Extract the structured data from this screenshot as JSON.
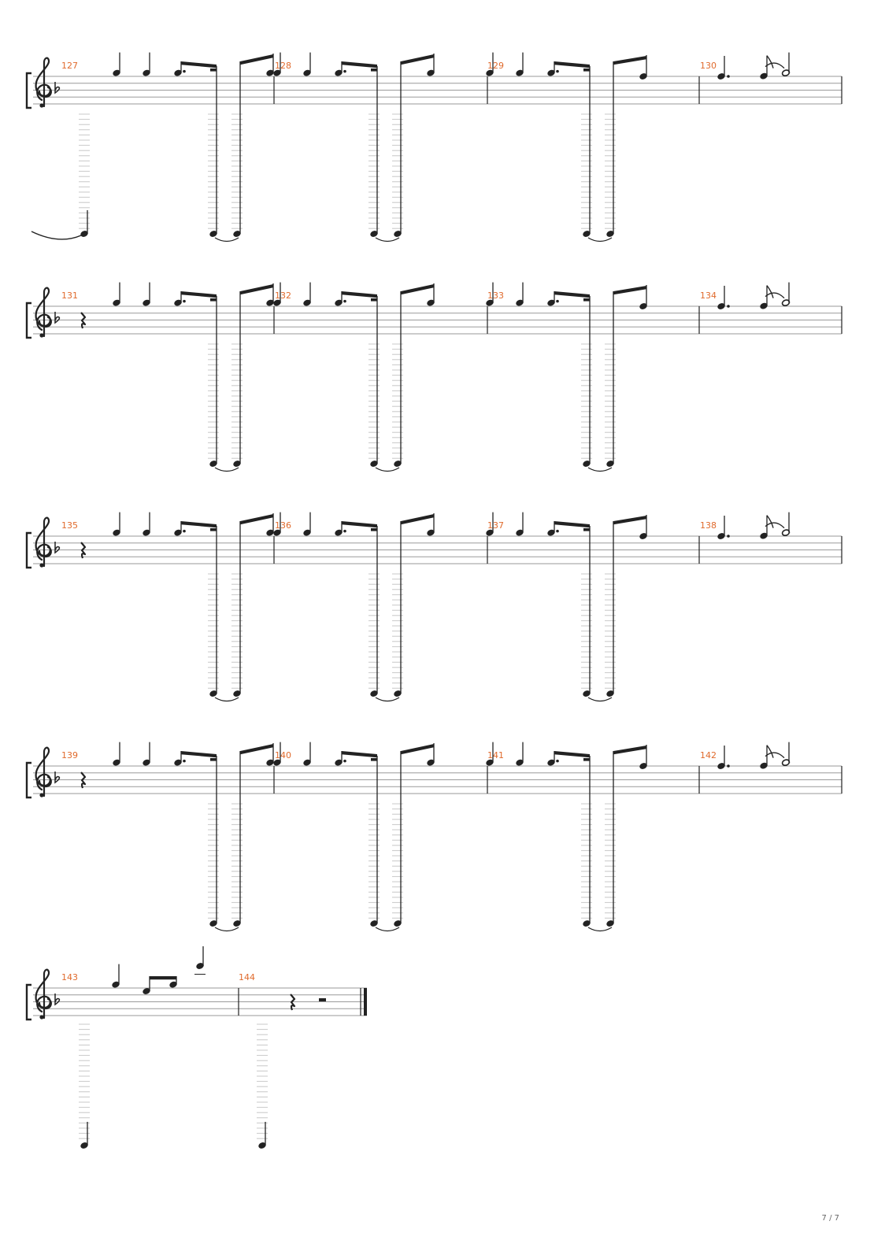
{
  "page": {
    "number_label": "7 / 7"
  },
  "colors": {
    "ink": "#222222",
    "staff_line": "#9a9a9a",
    "ledger": "#c8c8c8",
    "measure_number": "#e06a2c"
  },
  "clef": "treble-clef",
  "key_signature": "B-flat (one flat)",
  "systems": [
    {
      "measure_numbers": [
        "127",
        "128",
        "129",
        "130"
      ],
      "pickup_slur": true,
      "first_beat_rest": false
    },
    {
      "measure_numbers": [
        "131",
        "132",
        "133",
        "134"
      ],
      "pickup_slur": false,
      "first_beat_rest": true
    },
    {
      "measure_numbers": [
        "135",
        "136",
        "137",
        "138"
      ],
      "pickup_slur": false,
      "first_beat_rest": true
    },
    {
      "measure_numbers": [
        "139",
        "140",
        "141",
        "142"
      ],
      "pickup_slur": false,
      "first_beat_rest": true
    },
    {
      "measure_numbers": [
        "143",
        "144"
      ],
      "pickup_slur": false,
      "first_beat_rest": false,
      "final_barline": true
    }
  ]
}
